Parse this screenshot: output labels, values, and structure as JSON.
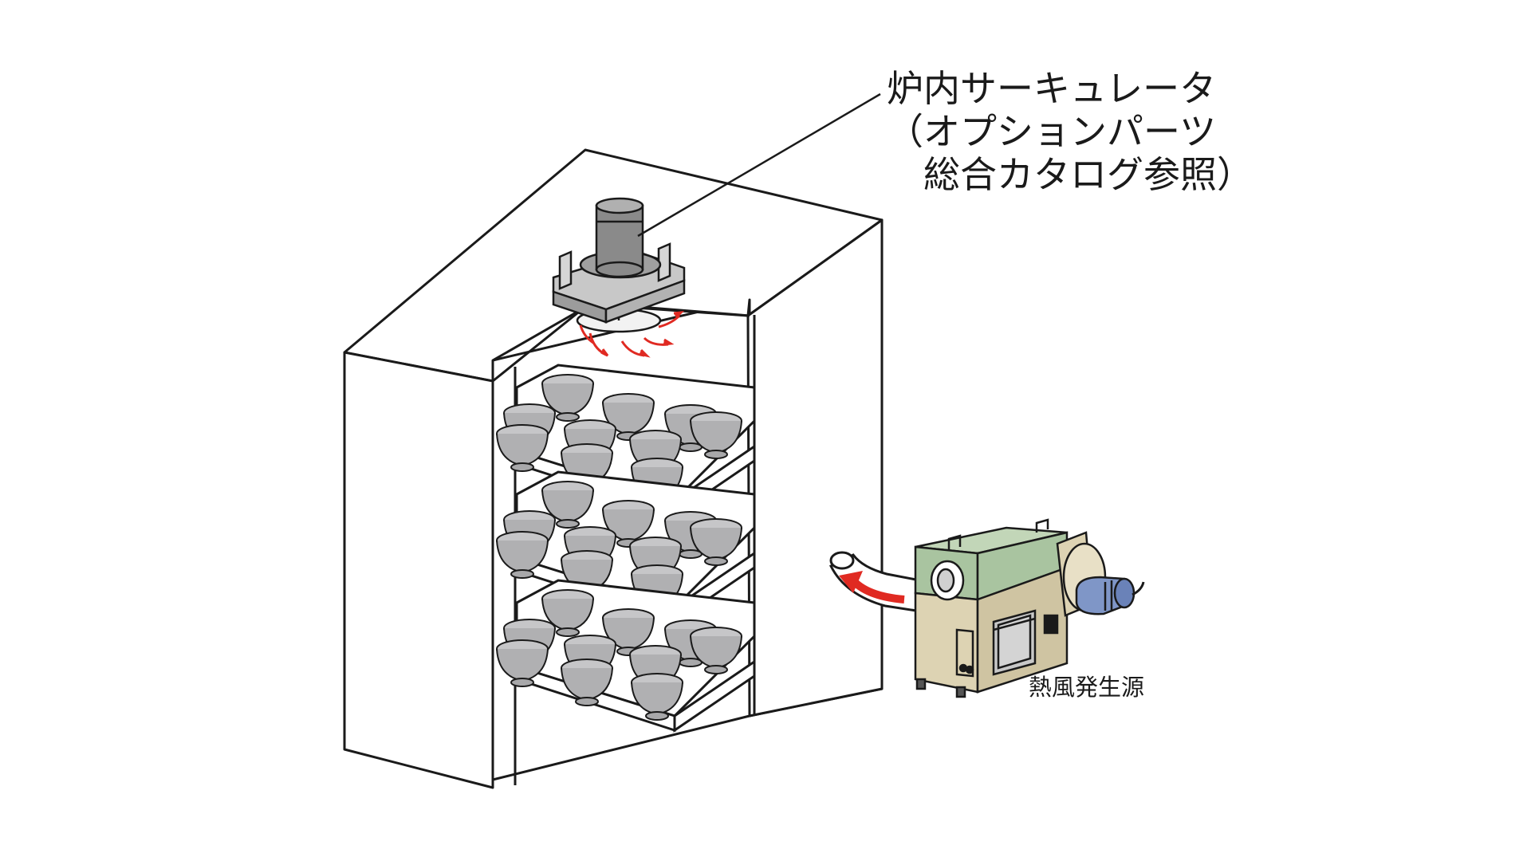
{
  "labels": {
    "circulator": [
      "炉内サーキュレータ",
      "（オプションパーツ",
      "　総合カタログ参照）"
    ],
    "heat_source": "熱風発生源"
  },
  "colors": {
    "outline": "#1a1a1a",
    "airflow_arrow": "#e02a22",
    "heater_body": "#a9c4a0",
    "heater_panel": "#ddd3b3",
    "blower_motor": "#7f96c7",
    "bowl": "#b8b8ba",
    "circulator_metal": "#8a8a8a"
  },
  "components": [
    "oven-cabinet",
    "tray-shelf",
    "tray-shelf",
    "tray-shelf",
    "ceramic-bowl",
    "circulator-fan",
    "hot-air-generator",
    "hot-air-duct"
  ]
}
